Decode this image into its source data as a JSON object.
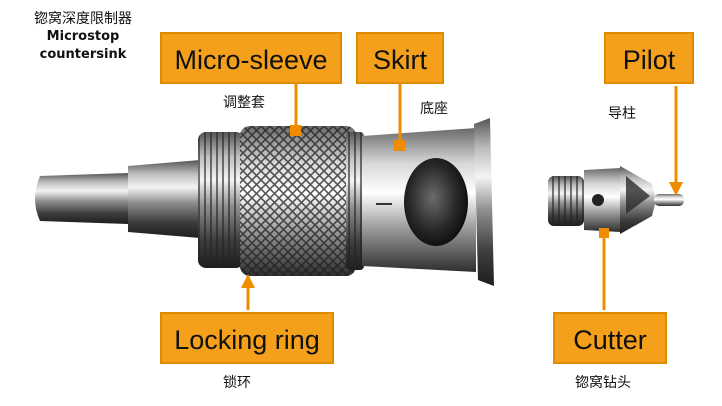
{
  "title": {
    "cn": "锪窝深度限制器",
    "en_line1": "Microstop",
    "en_line2": "countersink"
  },
  "labels": {
    "micro_sleeve": {
      "en": "Micro-sleeve",
      "cn": "调整套"
    },
    "skirt": {
      "en": "Skirt",
      "cn": "底座"
    },
    "pilot": {
      "en": "Pilot",
      "cn": "导柱"
    },
    "locking_ring": {
      "en": "Locking ring",
      "cn": "锁环"
    },
    "cutter": {
      "en": "Cutter",
      "cn": "锪窝钻头"
    }
  },
  "colors": {
    "label_fill": "#f5a01a",
    "marker": "#f08c00"
  }
}
